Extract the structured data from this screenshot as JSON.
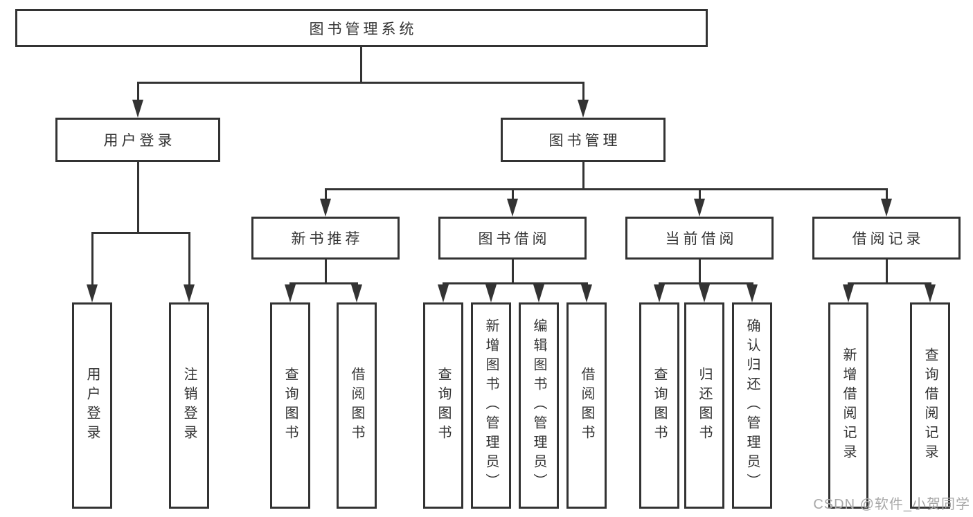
{
  "colors": {
    "line": "#333333",
    "box_border": "#333333",
    "text": "#333333",
    "background": "#ffffff",
    "watermark": "#a8a8a8"
  },
  "watermark": {
    "text": "CSDN @软件_小贺同学"
  },
  "tree": {
    "root": {
      "label": "图书管理系统"
    },
    "children": [
      {
        "label": "用户登录",
        "children": [
          {
            "label": "用户登录"
          },
          {
            "label": "注销登录"
          }
        ]
      },
      {
        "label": "图书管理",
        "children": [
          {
            "label": "新书推荐",
            "children": [
              {
                "label": "查询图书"
              },
              {
                "label": "借阅图书"
              }
            ]
          },
          {
            "label": "图书借阅",
            "children": [
              {
                "label": "查询图书"
              },
              {
                "label": "新增图书（管理员）"
              },
              {
                "label": "编辑图书（管理员）"
              },
              {
                "label": "借阅图书"
              }
            ]
          },
          {
            "label": "当前借阅",
            "children": [
              {
                "label": "查询图书"
              },
              {
                "label": "归还图书"
              },
              {
                "label": "确认归还（管理员）"
              }
            ]
          },
          {
            "label": "借阅记录",
            "children": [
              {
                "label": "新增借阅记录"
              },
              {
                "label": "查询借阅记录"
              }
            ]
          }
        ]
      }
    ]
  }
}
